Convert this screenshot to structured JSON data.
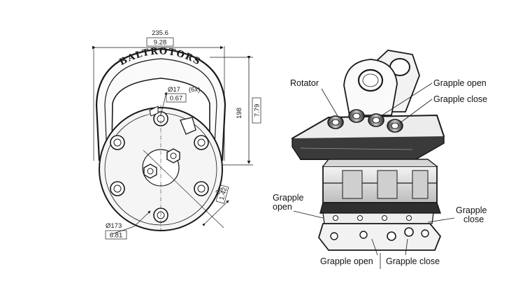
{
  "front_view": {
    "brand_text": "BALTROTORS",
    "dim_width_mm": "235.6",
    "dim_width_in": "9.28",
    "dim_height_mm": "198",
    "dim_height_in": "7.79",
    "dim_hole_dia_mm": "Ø17",
    "dim_hole_count": "(6x)",
    "dim_hole_dia_in": "0.67",
    "dim_offset_mm": "36",
    "dim_offset_in": "1.42",
    "dim_bolt_circle_mm": "Ø173",
    "dim_bolt_circle_in": "6.81"
  },
  "iso_view": {
    "labels": {
      "rotator": "Rotator",
      "grapple_open_top": "Grapple open",
      "grapple_close_top": "Grapple close",
      "grapple_open_left_1": "Grapple",
      "grapple_open_left_2": "open",
      "grapple_close_right_1": "Grapple",
      "grapple_close_right_2": "close",
      "grapple_open_bottom": "Grapple open",
      "grapple_close_bottom": "Grapple close"
    }
  },
  "colors": {
    "line": "#1a1a1a",
    "metal_dark": "#2b2b2b",
    "metal_light": "#e9e9e9"
  }
}
